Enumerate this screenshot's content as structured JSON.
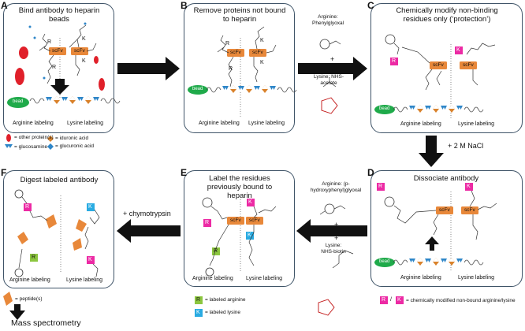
{
  "panels": {
    "A": {
      "letter": "A",
      "title": "Bind antibody to heparin beads",
      "left_label": "Arginine labeling",
      "right_label": "Lysine labeling"
    },
    "B": {
      "letter": "B",
      "title": "Remove proteins not bound to heparin",
      "left_label": "Arginine labeling",
      "right_label": "Lysine labeling"
    },
    "C": {
      "letter": "C",
      "title": "Chemically modify non-binding residues only (‘protection’)",
      "left_label": "Arginine labeling",
      "right_label": "Lysine labeling"
    },
    "D": {
      "letter": "D",
      "title": "Dissociate antibody",
      "left_label": "Arginine labeling",
      "right_label": "Lysine labeling"
    },
    "E": {
      "letter": "E",
      "title": "Label the residues previously bound to heparin",
      "left_label": "Arginine labeling",
      "right_label": "Lysine labeling"
    },
    "F": {
      "letter": "F",
      "title": "Digest labeled antibody",
      "left_label": "Arginine labeling",
      "right_label": "Lysine labeling"
    }
  },
  "reagents": {
    "bc_top": "Arginine: Phenylglyoxal",
    "bc_bottom": "Lysine: NHS-acetate",
    "ed_top": "Arginine: (p-hydroxyphenyl)glyoxal",
    "ed_bottom": "Lysine: NHS-biotin"
  },
  "steps": {
    "cd": "+ 2 M NaCl",
    "ef": "+ chymotrypsin",
    "output": "Mass spectrometry"
  },
  "molecule": {
    "scfv": "scFv",
    "bead": "bead",
    "r": "R",
    "k": "K",
    "plus": "+"
  },
  "legend_a": {
    "other_proteins": "= other protein(s)",
    "glucosamine": "= glucosamine",
    "iduronic": "= iduronic acid",
    "glucuronic": "= glucuronic acid"
  },
  "legend_e": {
    "labeled_arginine": "= labeled arginine",
    "labeled_lysine": "= labeled lysine"
  },
  "legend_d": {
    "slash": "/",
    "modified": "= chemically modified non-bound arginine/lysine"
  },
  "legend_f": {
    "peptides": "= peptide(s)"
  },
  "colors": {
    "scfv": "#e8883a",
    "bead": "#1faa4a",
    "other_protein": "#e0202a",
    "labeled_arg": "#8cc63f",
    "labeled_lys": "#29abe2",
    "modified": "#ec2aa4",
    "peptide": "#e8883a",
    "panel_border": "#3f5468",
    "heparin_blue": "#2e86c8",
    "heparin_orange": "#d9822b"
  }
}
